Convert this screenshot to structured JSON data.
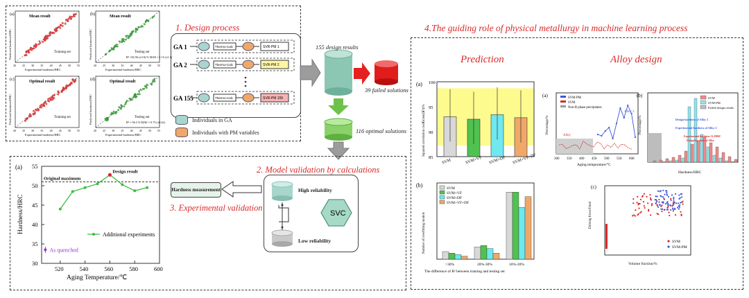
{
  "panel1": {
    "plots": [
      {
        "tag": "(a)",
        "title": "Mean result",
        "set": "Training set",
        "xlabel": "Experimental hardness/HRC",
        "ylabel": "Predicted hardness/HRC",
        "stats": ""
      },
      {
        "tag": "(b)",
        "title": "Mean result",
        "set": "Testing set",
        "xlabel": "Experimental hardness/HRC",
        "ylabel": "Predicted hardness/HRC",
        "stats": "R² =92.56 (±3.9) %  MAE = 1.15 (±1.1)"
      },
      {
        "tag": "(c)",
        "title": "Optimal result",
        "set": "Training set",
        "xlabel": "Experimental hardness/HRC",
        "ylabel": "Predicted hardness/HRC",
        "stats": ""
      },
      {
        "tag": "(d)",
        "title": "Optimal result",
        "set": "Testing set",
        "xlabel": "Experimental hardness/HRC",
        "ylabel": "Predicted hardness/HRC",
        "stats": "R² = 96.3 %  MAE = 0.73 (±0.42)"
      }
    ],
    "ticks": [
      "20",
      "25",
      "30",
      "35",
      "40",
      "45",
      "50",
      "55"
    ],
    "colors": {
      "train": "#d63a3a",
      "test": "#3a9a3a"
    }
  },
  "design": {
    "title": "1. Design process",
    "ga": [
      "GA 1",
      "GA 2",
      "GA 155"
    ],
    "thermo": "Thermo-Calc",
    "svr": [
      "SVR-PM 1",
      "SVR-PM 2",
      "SVR-PM 155"
    ],
    "legend_ga": "Individuals in GA",
    "legend_pm": "Individuals with PM variables"
  },
  "flow": {
    "design_results": "155 design results",
    "failed": "39 failed solutions",
    "optimal": "116 optimal solutions"
  },
  "validation": {
    "title": "2. Model validation by calculations",
    "high": "High reliability",
    "low": "Low reliability",
    "svc": "SVC",
    "hardness_box": "Hardness measurement",
    "exp_title": "3. Experimental validation"
  },
  "aging": {
    "tag": "(a)",
    "ylabel": "Hardness/HRC",
    "xlabel": "Aging Temperature/℃",
    "original_max": "Original maximum",
    "design_result": "Design result",
    "legend": "Additional experiments",
    "quenched": "As quenched",
    "xticks": [
      "520",
      "540",
      "560",
      "580",
      "600"
    ],
    "yticks": [
      "30",
      "35",
      "40",
      "45",
      "50",
      "55"
    ]
  },
  "chart_data": [
    {
      "type": "line",
      "xlabel": "Aging Temperature/℃",
      "ylabel": "Hardness/HRC",
      "x": [
        520,
        530,
        540,
        550,
        560,
        570,
        580,
        590
      ],
      "series": [
        {
          "name": "Additional experiments",
          "values": [
            44,
            48.5,
            49.5,
            50.5,
            52.8,
            50.3,
            48.7,
            49.5
          ]
        }
      ],
      "xlim": [
        505,
        600
      ],
      "ylim": [
        30,
        55
      ],
      "annotations": [
        {
          "text": "Original maximum",
          "y": 51
        },
        {
          "text": "As quenched",
          "y": 33.5
        }
      ]
    },
    {
      "type": "bar",
      "ylabel": "Squared correlation coefficient(R²)/%",
      "categories": [
        "SVM",
        "SVM+VF",
        "SVM+DF",
        "SVM+VF+DF"
      ],
      "values": [
        93,
        92.5,
        93.4,
        92.8
      ],
      "ylim": [
        85,
        100
      ]
    },
    {
      "type": "bar",
      "ylabel": "Number of overfitting models",
      "xlabel": "The difference of R² between training and testing set",
      "categories": [
        ">30%",
        "20%-30%",
        "10%-20%"
      ],
      "series": [
        {
          "name": "SVM",
          "values": [
            5,
            8,
            44
          ]
        },
        {
          "name": "SVM+VF",
          "values": [
            4,
            9,
            44
          ]
        },
        {
          "name": "SVM+DF",
          "values": [
            3,
            7,
            34
          ]
        },
        {
          "name": "SVM+VF+DF",
          "values": [
            2,
            4,
            41
          ]
        }
      ]
    }
  ],
  "right": {
    "title": "4.The guiding role of physical metallurgy in machine learning process",
    "prediction": "Prediction",
    "alloy": "Alloy design",
    "r2_tag": "(a)",
    "r2_ylabel": "Squared correlation coefficient(R²)/%",
    "r2_yticks": [
      "85",
      "90",
      "95",
      "100"
    ],
    "r2_cats": [
      "SVM",
      "SVM+VF",
      "SVM+DF",
      "SVM+VF+DF"
    ],
    "of_tag": "(b)",
    "of_ylabel": "Number of overfitting models",
    "of_xlabel": "The difference of R² between training and testing set",
    "of_cats": [
      ">30%",
      "20%-30%",
      "10%-20%"
    ],
    "of_legend": [
      "SVM",
      "SVM+VF",
      "SVM+DF",
      "SVM+VF+DF"
    ],
    "of_yticks": [
      "0",
      "10",
      "20",
      "30",
      "40",
      "50"
    ],
    "ad_a_tag": "(a)",
    "ad_a_legend": [
      "SVM-PM",
      "SVM",
      "Non-B phase precipitates"
    ],
    "ad_a_ylabel": "Percentage/%",
    "ad_a_xlabel": "Aging temperature/°C",
    "ad_a_alloy2": "Alloy 2",
    "ad_a_alloy1": "Alloy",
    "ad_a_xticks": [
      "300",
      "350",
      "400",
      "450",
      "500",
      "550",
      "600"
    ],
    "ad_b_tag": "(b)",
    "ad_b_ylabel": "Percentage/%",
    "ad_b_xlabel": "Hardness/HRC",
    "ad_b_legend": [
      "SVM",
      "SVM-PM",
      "Failed design results"
    ],
    "ad_b_notes": [
      "Design hardness of Alloy 2",
      "Experimental hardness of Alloy 2",
      "Experimental hardness 51.3HRC",
      "Design hardness of Alloy"
    ],
    "ad_c_tag": "(c)",
    "ad_c_ylabel": "Driving force/J/mol",
    "ad_c_xlabel": "Volume fraction/%",
    "ad_c_legend": [
      "SVM",
      "SVM-PM"
    ]
  }
}
